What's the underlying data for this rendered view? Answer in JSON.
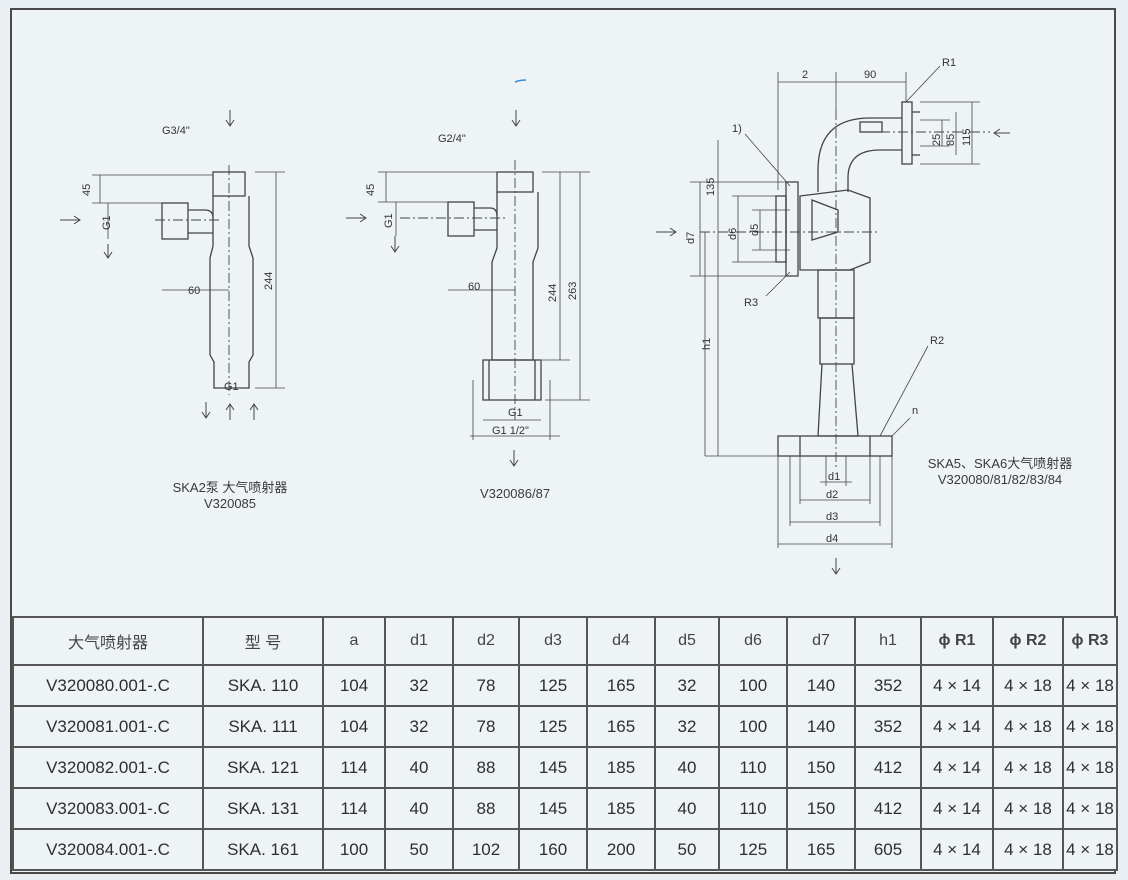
{
  "diagrams": [
    {
      "caption_line1": "SKA2泵  大气喷射器",
      "caption_line2": "V320085"
    },
    {
      "caption_line1": "V320086/87",
      "caption_line2": ""
    },
    {
      "caption_line1": "SKA5、SKA6大气喷射器",
      "caption_line2": "V320080/81/82/83/84"
    }
  ],
  "labels": {
    "d1_g34": "G3/4\"",
    "d1_45": "45",
    "d1_g1side": "G1",
    "d1_60": "60",
    "d1_244": "244",
    "d1_g1bottom": "G1",
    "d2_g34": "G2/4\"",
    "d2_45": "45",
    "d2_g1side": "G1",
    "d2_60": "60",
    "d2_244": "244",
    "d2_263": "263",
    "d2_g1": "G1",
    "d2_g112": "G1 1/2\"",
    "d3_2": "2",
    "d3_90": "90",
    "d3_r1": "R1",
    "d3_1": "1)",
    "d3_135": "135",
    "d3_25": "25",
    "d3_85": "85",
    "d3_115": "115",
    "d3_d7": "d7",
    "d3_d6": "d6",
    "d3_d5": "d5",
    "d3_r3": "R3",
    "d3_h1": "h1",
    "d3_r2": "R2",
    "d3_n": "n",
    "d3_dd1": "d1",
    "d3_dd2": "d2",
    "d3_dd3": "d3",
    "d3_dd4": "d4"
  },
  "table": {
    "headers": [
      "大气喷射器",
      "型    号",
      "a",
      "d1",
      "d2",
      "d3",
      "d4",
      "d5",
      "d6",
      "d7",
      "h1",
      "ϕ R1",
      "ϕ R2",
      "ϕ R3"
    ],
    "rows": [
      [
        "V320080.001-.C",
        "SKA. 110",
        "104",
        "32",
        "78",
        "125",
        "165",
        "32",
        "100",
        "140",
        "352",
        "4 × 14",
        "4 × 18",
        "4 × 18"
      ],
      [
        "V320081.001-.C",
        "SKA. 111",
        "104",
        "32",
        "78",
        "125",
        "165",
        "32",
        "100",
        "140",
        "352",
        "4 × 14",
        "4 × 18",
        "4 × 18"
      ],
      [
        "V320082.001-.C",
        "SKA. 121",
        "114",
        "40",
        "88",
        "145",
        "185",
        "40",
        "110",
        "150",
        "412",
        "4 × 14",
        "4 × 18",
        "4 × 18"
      ],
      [
        "V320083.001-.C",
        "SKA. 131",
        "114",
        "40",
        "88",
        "145",
        "185",
        "40",
        "110",
        "150",
        "412",
        "4 × 14",
        "4 × 18",
        "4 × 18"
      ],
      [
        "V320084.001-.C",
        "SKA. 161",
        "100",
        "50",
        "102",
        "160",
        "200",
        "50",
        "125",
        "165",
        "605",
        "4 × 14",
        "4 × 18",
        "4 × 18"
      ]
    ]
  }
}
